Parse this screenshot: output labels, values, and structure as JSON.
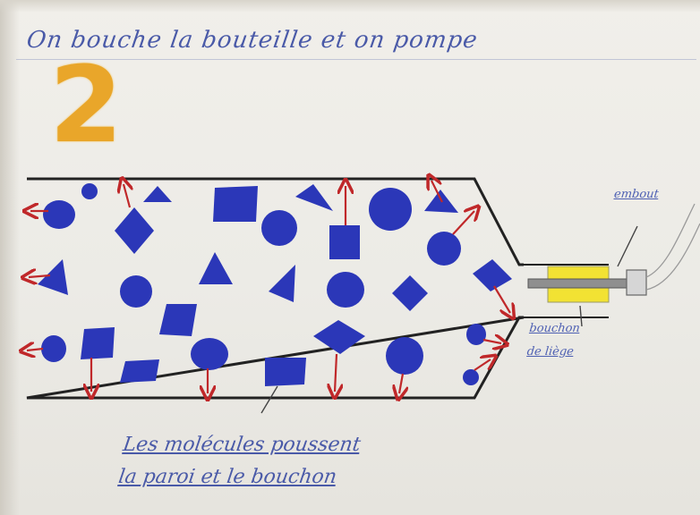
{
  "drawing": {
    "title": "On bouche la bouteille et on pompe",
    "step_number": "2",
    "labels": {
      "valve": "embout",
      "stopper_line1": "bouchon",
      "stopper_line2": "de liège"
    },
    "caption": {
      "line1": "Les molécules poussent",
      "line2": "la paroi et le bouchon"
    },
    "colors": {
      "molecules": "#2b37b8",
      "arrows": "#c0282a",
      "ink": "#222222",
      "stopper": "#f2e233",
      "number": "#e9a62a"
    }
  }
}
